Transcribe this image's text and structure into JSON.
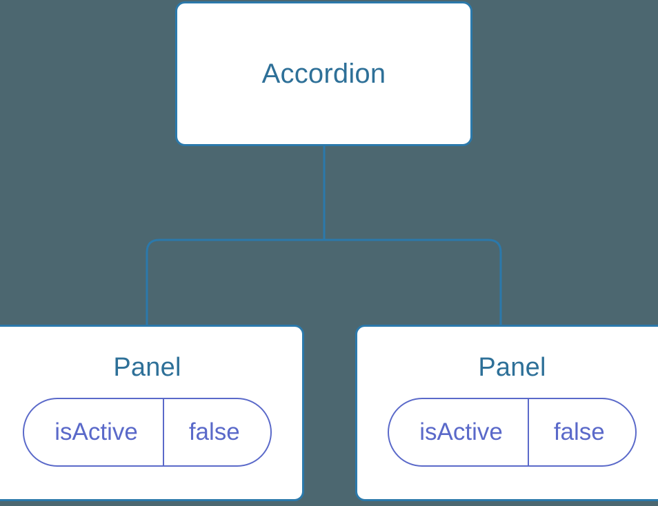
{
  "canvas": {
    "background_color": "#4c6770",
    "node_border_color": "#2b79ab",
    "node_fill_color": "#ffffff",
    "node_text_color": "#2e7098",
    "prop_color": "#5a69c9",
    "connector_color": "#2b79ab"
  },
  "tree": {
    "root": {
      "label": "Accordion"
    },
    "children": [
      {
        "label": "Panel",
        "props": [
          {
            "key": "isActive",
            "value": "false"
          }
        ]
      },
      {
        "label": "Panel",
        "props": [
          {
            "key": "isActive",
            "value": "false"
          }
        ]
      }
    ]
  }
}
